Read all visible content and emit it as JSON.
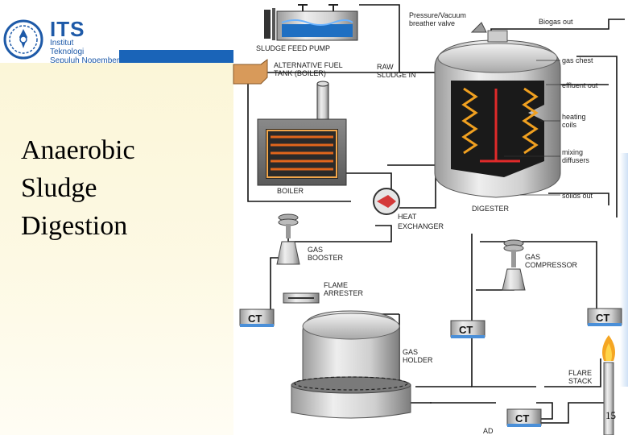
{
  "header": {
    "logo": {
      "abbr": "ITS",
      "line1": "Institut",
      "line2": "Teknologi",
      "line3": "Sepuluh Nopember"
    }
  },
  "slide": {
    "title_lines": [
      "Anaerobic",
      "Sludge",
      "Digestion"
    ],
    "page_number": "15"
  },
  "diagram": {
    "labels": {
      "sludge_feed_pump": "SLUDGE FEED PUMP",
      "alt_fuel_1": "ALTERNATIVE FUEL",
      "alt_fuel_2": "TANK (BOILER)",
      "raw_sludge_1": "RAW",
      "raw_sludge_2": "SLUDGE IN",
      "pressure_1": "Pressure/Vacuum",
      "pressure_2": "breather valve",
      "biogas_out": "Biogas out",
      "gas_chest": "gas chest",
      "effluent_out": "effluent out",
      "heating_1": "heating",
      "heating_2": "coils",
      "mixing_1": "mixing",
      "mixing_2": "diffusers",
      "solids_out": "solids out",
      "digester": "DIGESTER",
      "boiler": "BOILER",
      "heat_ex_1": "HEAT",
      "heat_ex_2": "EXCHANGER",
      "gas_booster_1": "GAS",
      "gas_booster_2": "BOOSTER",
      "gas_comp_1": "GAS",
      "gas_comp_2": "COMPRESSOR",
      "flame_arr_1": "FLAME",
      "flame_arr_2": "ARRESTER",
      "gas_holder_1": "GAS",
      "gas_holder_2": "HOLDER",
      "flare_1": "FLARE",
      "flare_2": "STACK",
      "ct": "CT",
      "ad": "AD"
    }
  }
}
